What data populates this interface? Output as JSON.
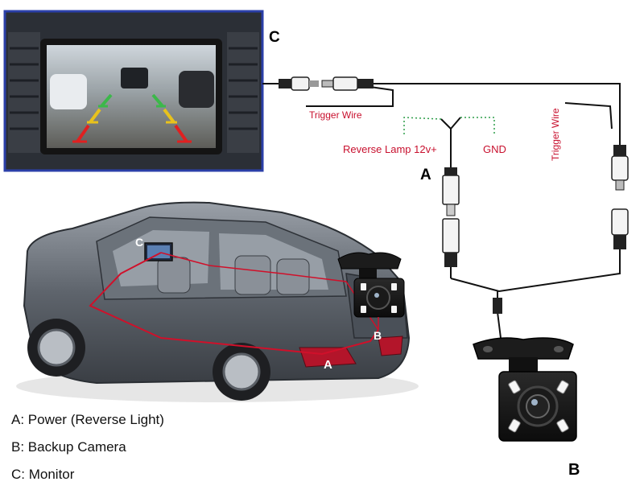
{
  "labels": {
    "c_top": "C",
    "a_connector": "A",
    "b_camera": "B",
    "c_car": "C",
    "a_car": "A",
    "b_car": "B"
  },
  "wiring": {
    "trigger_wire_bottom": "Trigger Wire",
    "trigger_wire_vertical": "Trigger Wire",
    "reverse_lamp": "Reverse Lamp 12v+",
    "gnd": "GND"
  },
  "legend": {
    "a": "A: Power (Reverse Light)",
    "b": "B: Backup Camera",
    "c": "C: Monitor"
  },
  "colors": {
    "red_label": "#c8102e",
    "monitor_border": "#2b3fa8",
    "wire": "#111111",
    "ground_dotted": "#2e9e4a"
  }
}
